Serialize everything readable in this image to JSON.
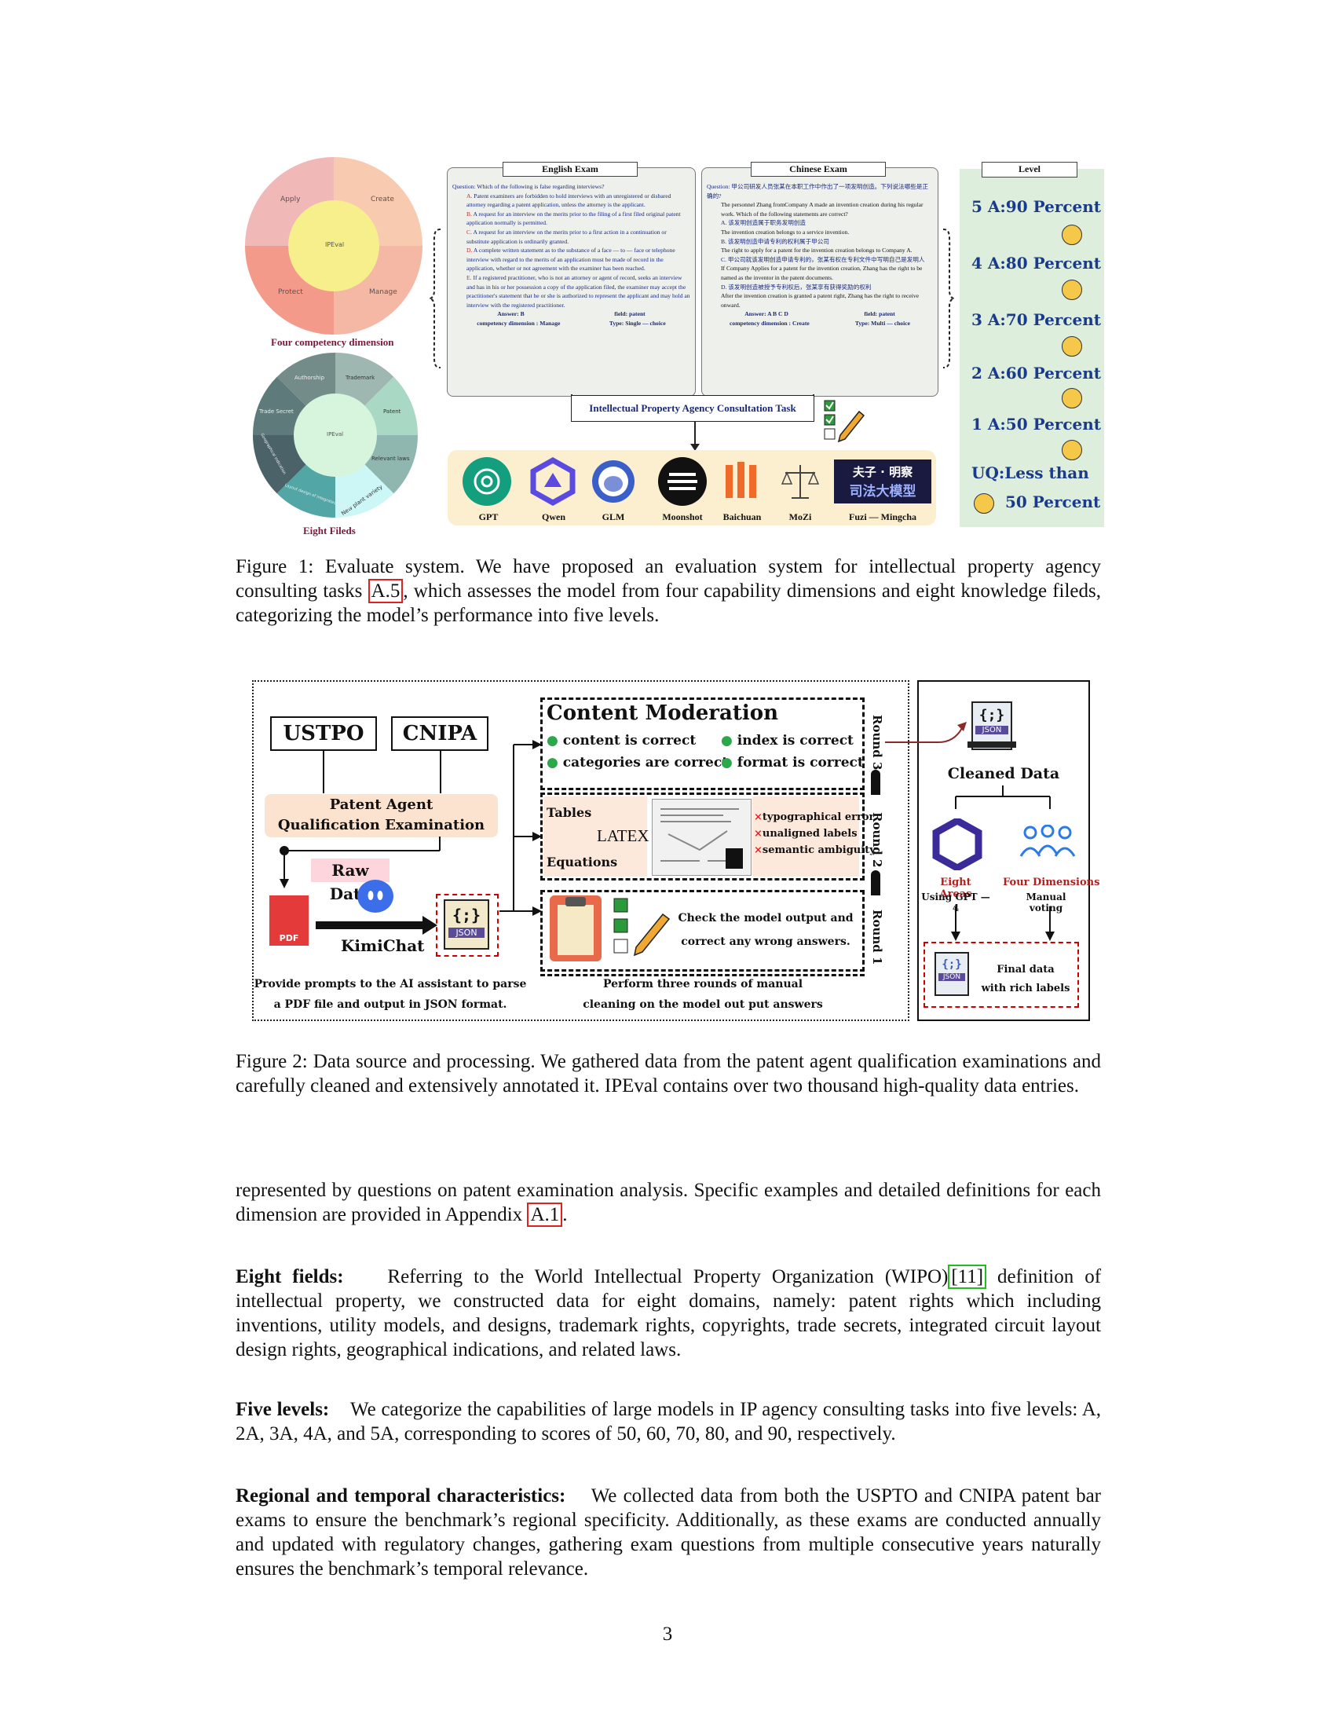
{
  "figure1": {
    "wheel_top": {
      "center": "IPEval",
      "quadrants": [
        "Apply",
        "Create",
        "Protect",
        "Manage"
      ],
      "caption": "Four competency dimension"
    },
    "wheel_bottom": {
      "center": "IPEval",
      "segments": [
        "Authorship",
        "Trademark",
        "Trade Secret",
        "Patent",
        "Relevant laws",
        "New plant variety",
        "Layout design of integrated circuits",
        "Geographical indication"
      ],
      "caption": "Eight Fileds"
    },
    "english_exam": {
      "title": "English Exam",
      "question": "Question: Which of the following is false regarding interviews?",
      "options": [
        {
          "letter": "A.",
          "text": "Patent examiners are forbidden to hold interviews with an unregistered or disbared attorney regarding a patent application, unless the attorney is the applicant."
        },
        {
          "letter": "B.",
          "text": "A request for an interview on the merits prior to the filing of a first filed original patent application normally is permitted."
        },
        {
          "letter": "C.",
          "text": "A request for an interview on the merits prior to a first action in a continuation or substitute application is ordinarily granted."
        },
        {
          "letter": "D.",
          "text": "A complete written statement as to the substance of a face — to — face or telephone interview with regard to the merits of an application must be made of record in the application, whether or not agreement with the examiner has been reached."
        },
        {
          "letter": "E.",
          "text": "If a registered practitioner, who is not an attorney or agent of record, seeks an interview and has in his or her possession a copy of the application filed, the examiner may accept the practitioner's statement that he or she is authorized to represent the applicant and may hold an interview with the registered practitioner."
        }
      ],
      "answer": "Answer: B",
      "field": "field: patent",
      "dimension": "competency dimension : Manage",
      "type": "Type: Single — choice"
    },
    "chinese_exam": {
      "title": "Chinese Exam",
      "question_cn": "Question: 甲公司研发人员张某在本职工作中作出了一项发明创造。下列说法哪些是正确的?",
      "question_en": "The personnel Zhang fromCompany A made an invention creation during his regular work. Which of the following statements are correct?",
      "options": [
        {
          "cn": "A. 该发明创造属于职务发明创造",
          "en": "The invention creation belongs to a service invention."
        },
        {
          "cn": "B. 该发明创造申请专利的权利属于甲公司",
          "en": "The right to apply for a patent for the invention creation belongs to Company A."
        },
        {
          "cn": "C. 甲公司就该发明创造申请专利的，张某有权在专利文件中写明自己是发明人",
          "en": "If Company Applies for a patent for the invention creation, Zhang has the right to be named as the inventor in the patent documents."
        },
        {
          "cn": "D. 该发明创造被授予专利权后，张某享有获得奖励的权利",
          "en": "After the invention creation is granted a patent right, Zhang has the right to receive onward."
        }
      ],
      "answer": "Answer: A B C D",
      "field": "field: patent",
      "dimension": "competency dimension : Create",
      "type": "Type: Multi — choice"
    },
    "task_label": "Intellectual Property Agency Consultation Task",
    "models": [
      "GPT",
      "Qwen",
      "GLM",
      "Moonshot",
      "Baichuan",
      "MoZi",
      "Fuzi — Mingcha"
    ],
    "fuzi_logo_text": [
      "夫子 · 明察",
      "司法大模型"
    ],
    "level": {
      "title": "Level",
      "rows": [
        "5 A:90 Percent",
        "4 A:80 Percent",
        "3 A:70 Percent",
        "2 A:60 Percent",
        "1 A:50 Percent",
        "UQ:Less than",
        "50 Percent"
      ]
    },
    "caption_prefix": "Figure 1: Evaluate system. We have proposed an evaluation system for intellectual property agency consulting tasks",
    "caption_ref": "A.5",
    "caption_suffix": ", which assesses the model from four capability dimensions and eight knowledge fileds, categorizing the model’s performance into five levels."
  },
  "figure2": {
    "sources": [
      "USTPO",
      "CNIPA"
    ],
    "exam_label": [
      "Patent Agent",
      "Qualification Examination"
    ],
    "raw_data": "Raw Data",
    "pdf": "PDF",
    "kimichat": "KimiChat",
    "json": "JSON",
    "json_glyph": "{;}",
    "left_caption": [
      "Provide prompts to the AI assistant to parse",
      "a PDF file and output in JSON format."
    ],
    "content_moderation": {
      "title": "Content Moderation",
      "checks": [
        "content is correct",
        "index is correct",
        "categories are correct",
        "format is correct"
      ]
    },
    "round2": {
      "tables": "Tables",
      "latex": "LATEX",
      "equations": "Equations",
      "errors": [
        "typographical error",
        "unaligned labels",
        "semantic ambiguity"
      ]
    },
    "round1_text": [
      "Check the model output and",
      "correct any wrong answers."
    ],
    "rounds": [
      "Round 3",
      "Round 2",
      "Round 1"
    ],
    "mid_caption": [
      "Perform three rounds of manual",
      "cleaning on the model out put answers"
    ],
    "cleaned_data": "Cleaned Data",
    "eight_areas": "Eight Areas",
    "using_gpt": "Using GPT — 4",
    "four_dimensions": "Four Dimensions",
    "manual_voting": "Manual voting",
    "final_data": [
      "Final data",
      "with rich labels"
    ],
    "caption": "Figure 2: Data source and processing. We gathered data from the patent agent qualification examinations and carefully cleaned and extensively annotated it. IPEval contains over two thousand high-quality data entries."
  },
  "body": {
    "p1_text": "represented by questions on patent examination analysis. Specific examples and detailed definitions for each dimension are provided in Appendix",
    "p1_ref": "A.1",
    "p1_end": ".",
    "p2_head": "Eight fields:",
    "p2_a": "Referring to the World Intellectual Property Organization (WIPO)",
    "p2_ref": "[11]",
    "p2_b": " definition of intellectual property, we constructed data for eight domains, namely: patent rights which including inventions, utility models, and designs, trademark rights, copyrights, trade secrets, integrated circuit layout design rights, geographical indications, and related laws.",
    "p3_head": "Five levels:",
    "p3_text": "We categorize the capabilities of large models in IP agency consulting tasks into five levels: A, 2A, 3A, 4A, and 5A, corresponding to scores of 50, 60, 70, 80, and 90, respectively.",
    "p4_head": "Regional and temporal characteristics:",
    "p4_text": "We collected data from both the USPTO and CNIPA patent bar exams to ensure the benchmark’s regional specificity. Additionally, as these exams are conducted annually and updated with regulatory changes, gathering exam questions from multiple consecutive years naturally ensures the benchmark’s temporal relevance."
  },
  "page_number": "3"
}
